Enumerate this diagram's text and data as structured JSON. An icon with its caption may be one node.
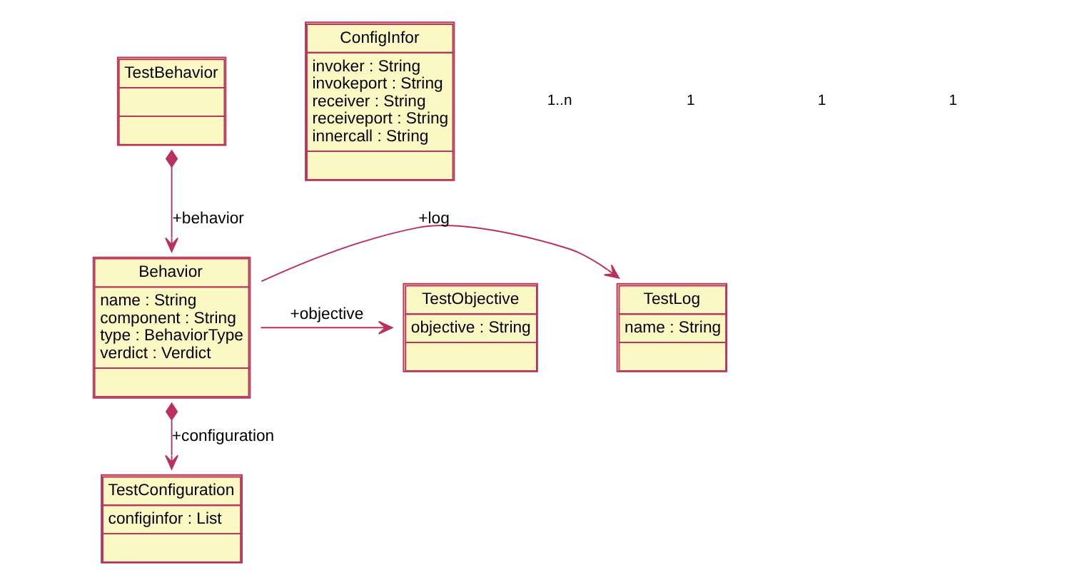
{
  "diagram": {
    "nodes": [
      {
        "text": [
          "TestBehavior"
        ]
      },
      {
        "text": [
          "Behavior",
          "name : String",
          "component : String",
          "type : BehaviorType",
          "verdict : Verdict"
        ]
      },
      {
        "text": [
          "TestLog",
          "name : String"
        ]
      },
      {
        "text": [
          "TestObjective",
          "objective : String"
        ]
      },
      {
        "text": [
          "ConfigInfor",
          "invoker : String",
          "invokeport : String",
          "receiver : String",
          "receiveport : String",
          "innercall : String"
        ]
      },
      {
        "text": [
          "TestConfiguration",
          "configinfor : List"
        ]
      }
    ],
    "edges": [
      {
        "from": 0,
        "to": 1,
        "arrow": "to",
        "label": "+behavior"
      },
      {
        "from": 1,
        "to": 2,
        "arrow": "to",
        "label": "+log"
      },
      {
        "from": 1,
        "to": 3,
        "arrow": "to",
        "label": "+objective"
      },
      {
        "from": 1,
        "to": 5,
        "arrow": "to",
        "label": "+configuration"
      }
    ],
    "labels": [
      "1..n",
      "1",
      "1",
      "1"
    ]
  }
}
